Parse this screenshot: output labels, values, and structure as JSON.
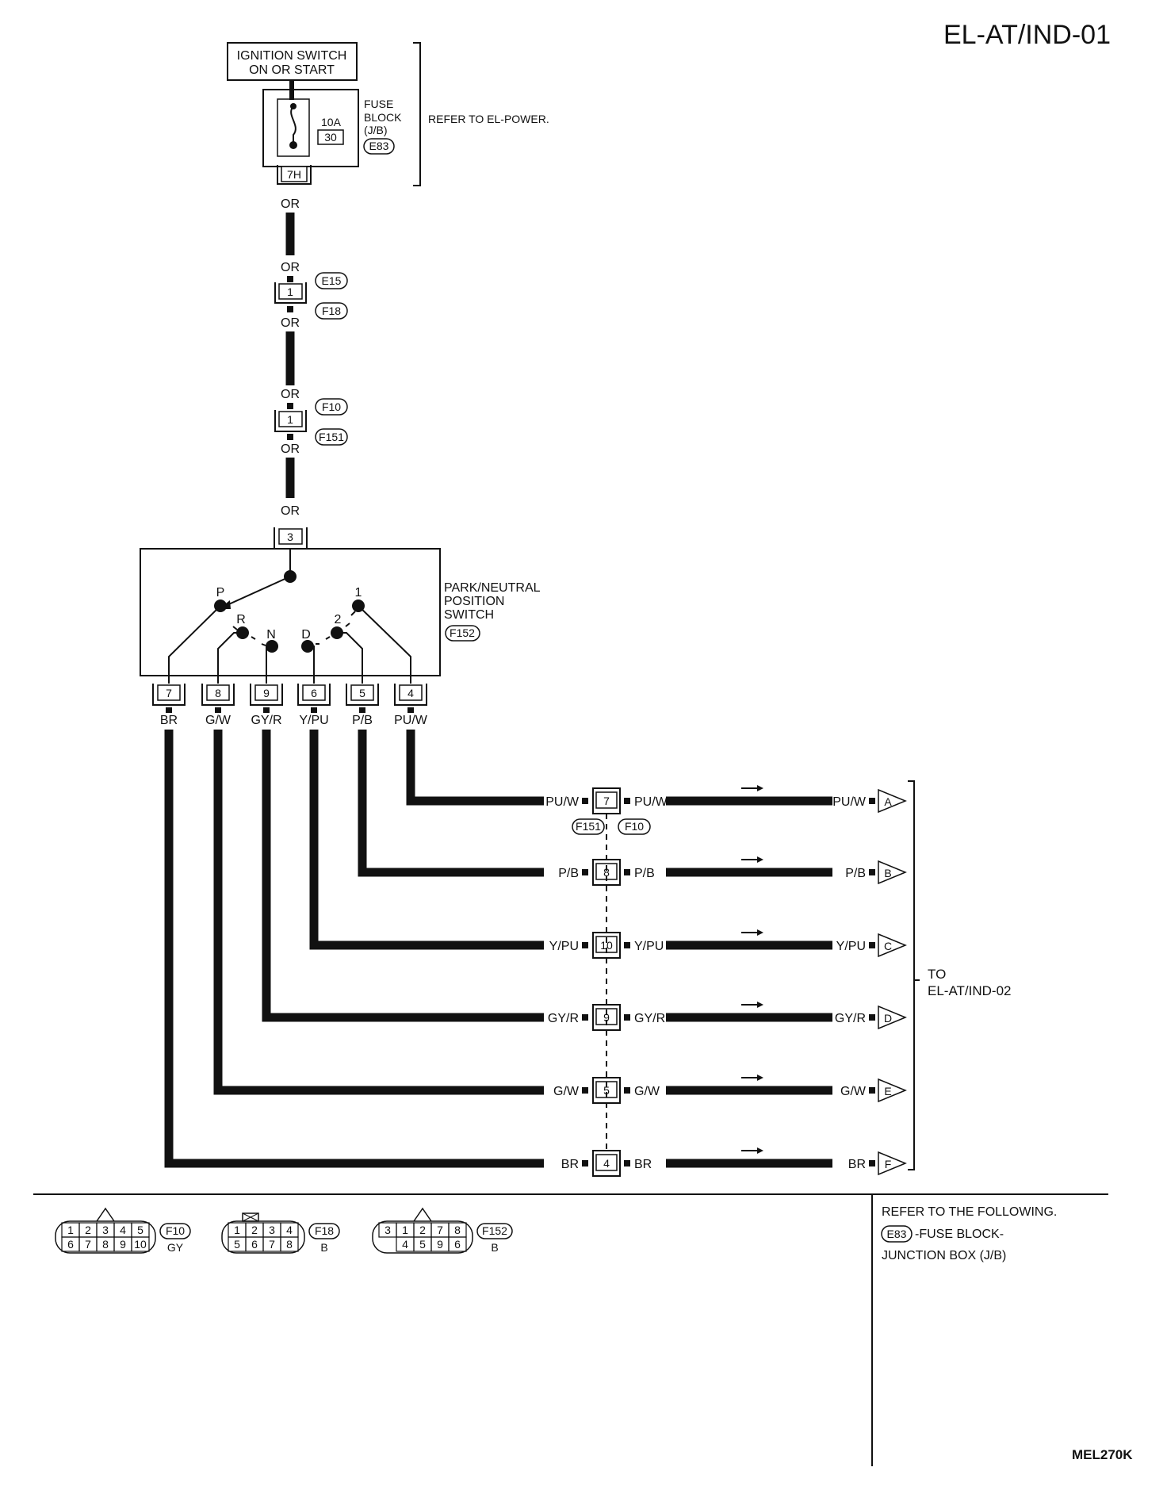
{
  "page": {
    "code": "EL-AT/IND-01",
    "figure_id": "MEL270K"
  },
  "ignition": {
    "line1": "IGNITION SWITCH",
    "line2": "ON OR START"
  },
  "fuse": {
    "label_lines": [
      "FUSE",
      "BLOCK",
      "(J/B)"
    ],
    "connector": "E83",
    "amps": "10A",
    "number": "30",
    "terminal": "7H",
    "refer": "REFER TO EL-POWER."
  },
  "harness": [
    {
      "terminal": "1",
      "conn_top": "E15",
      "conn_bottom": "F18",
      "wire_top": "OR",
      "wire_bottom": "OR"
    },
    {
      "terminal": "1",
      "conn_top": "F10",
      "conn_bottom": "F151",
      "wire_top": "OR",
      "wire_bottom": "OR"
    }
  ],
  "wire_or": "OR",
  "switch": {
    "name_lines": [
      "PARK/NEUTRAL",
      "POSITION",
      "SWITCH"
    ],
    "connector": "F152",
    "input_terminal": "3",
    "positions": [
      "P",
      "R",
      "N",
      "D",
      "2",
      "1"
    ],
    "terminals": [
      "7",
      "8",
      "9",
      "6",
      "5",
      "4"
    ],
    "wire_colors": [
      "BR",
      "G/W",
      "GY/R",
      "Y/PU",
      "P/B",
      "PU/W"
    ]
  },
  "join_connectors": {
    "left": "F151",
    "right": "F10"
  },
  "outputs": [
    {
      "color": "PU/W",
      "terminal": "7",
      "letter": "A"
    },
    {
      "color": "P/B",
      "terminal": "8",
      "letter": "B"
    },
    {
      "color": "Y/PU",
      "terminal": "10",
      "letter": "C"
    },
    {
      "color": "GY/R",
      "terminal": "9",
      "letter": "D"
    },
    {
      "color": "G/W",
      "terminal": "5",
      "letter": "E"
    },
    {
      "color": "BR",
      "terminal": "4",
      "letter": "F"
    }
  ],
  "to_ref": {
    "line1": "TO",
    "line2": "EL-AT/IND-02"
  },
  "connector_views": [
    {
      "id": "F10",
      "color": "GY",
      "top": [
        "1",
        "2",
        "3",
        "4",
        "5"
      ],
      "bottom": [
        "6",
        "7",
        "8",
        "9",
        "10"
      ]
    },
    {
      "id": "F18",
      "color": "B",
      "top": [
        "1",
        "2",
        "3",
        "4"
      ],
      "bottom": [
        "5",
        "6",
        "7",
        "8"
      ]
    },
    {
      "id": "F152",
      "color": "B",
      "top": [
        "3",
        "1",
        "2",
        "7",
        "8"
      ],
      "bottom": [
        "4",
        "5",
        "9",
        "6"
      ]
    }
  ],
  "refer_note": {
    "line1": "REFER TO THE FOLLOWING.",
    "connector": "E83",
    "line2": "-FUSE BLOCK-",
    "line3": "JUNCTION BOX (J/B)"
  }
}
